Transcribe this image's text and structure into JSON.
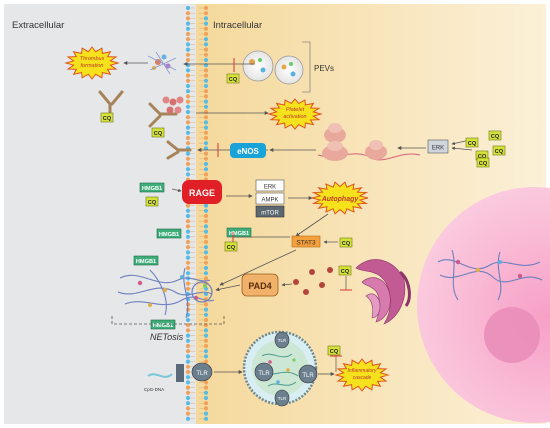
{
  "regions": {
    "extracellular": "Extracellular",
    "intracellular": "Intracellular",
    "pevs": "PEVs",
    "netosis": "NETosis"
  },
  "bursts": {
    "thrombus": [
      "Thrombus",
      "formation"
    ],
    "platelet": [
      "Platelet",
      "activation"
    ],
    "autophagy": "Autophagy",
    "inflammatory": [
      "Inflammatory",
      "cascade"
    ]
  },
  "proteins": {
    "rage": "RAGE",
    "enos": "eNOS",
    "erk": "ERK",
    "ampk": "AMPK",
    "mtor": "mTOR",
    "stat3": "STAT3",
    "pad4": "PAD4",
    "tlr": "TLR",
    "hmgb1": "HMGB1",
    "cq": "CQ",
    "cpg_dna": "CpG-DNA"
  },
  "colors": {
    "extracellular_bg": "#e6e7e9",
    "intracellular_bg": "#f8e3b8",
    "nucleus": "#f7a9cc",
    "hmgb1": "#3fae7a",
    "cq": "#d6e23c",
    "rage": "#e11f26",
    "enos": "#1aa3d8",
    "stat3": "#f4a03b",
    "pad4": "#f0b16a",
    "burst": "#f5e21d",
    "golgi": "#c25a93"
  }
}
